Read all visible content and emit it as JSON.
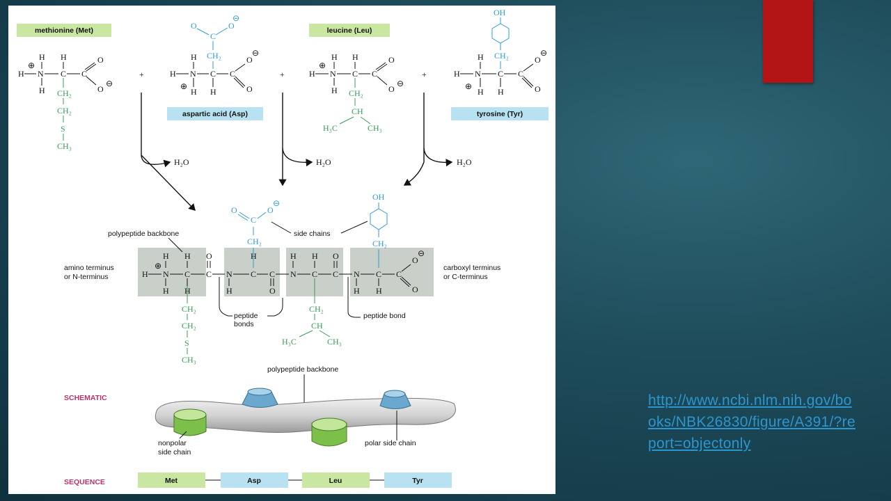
{
  "figure": {
    "amino_acids": [
      {
        "label": "methionine (Met)"
      },
      {
        "label": "aspartic acid (Asp)"
      },
      {
        "label": "leucine (Leu)"
      },
      {
        "label": "tyrosine (Tyr)"
      }
    ],
    "plus_sign": "+",
    "water": "H₂O",
    "polypeptide_backbone_label": "polypeptide backbone",
    "side_chains_label": "side chains",
    "amino_terminus_label_1": "amino terminus",
    "amino_terminus_label_2": "or N-terminus",
    "carboxyl_terminus_label_1": "carboxyl terminus",
    "carboxyl_terminus_label_2": "or C-terminus",
    "peptide_bonds_label_1": "peptide",
    "peptide_bonds_label_2": "bonds",
    "peptide_bond_label": "peptide bond",
    "schematic_heading": "SCHEMATIC",
    "schematic_backbone_label": "polypeptide backbone",
    "nonpolar_label_1": "nonpolar",
    "nonpolar_label_2": "side chain",
    "polar_label": "polar side chain",
    "sequence_heading": "SEQUENCE",
    "sequence": [
      "Met",
      "Asp",
      "Leu",
      "Tyr"
    ],
    "atoms": {
      "H": "H",
      "N": "N",
      "C": "C",
      "O": "O",
      "S": "S",
      "OH": "OH",
      "CH2": "CH₂",
      "CH": "CH",
      "CH3": "CH₃",
      "H3C": "H₃C",
      "plus": "⊕",
      "minus": "⊖"
    },
    "colors": {
      "nonpolar_green": "#c9e7a0",
      "polar_blue": "#b8e2f2",
      "side_green": "#3a9a5a",
      "side_blue": "#2e9ccf",
      "backbone_gray": "#c9cfc9"
    }
  },
  "source_link": "http://www.ncbi.nlm.nih.gov/books/NBK26830/figure/A391/?report=objectonly"
}
